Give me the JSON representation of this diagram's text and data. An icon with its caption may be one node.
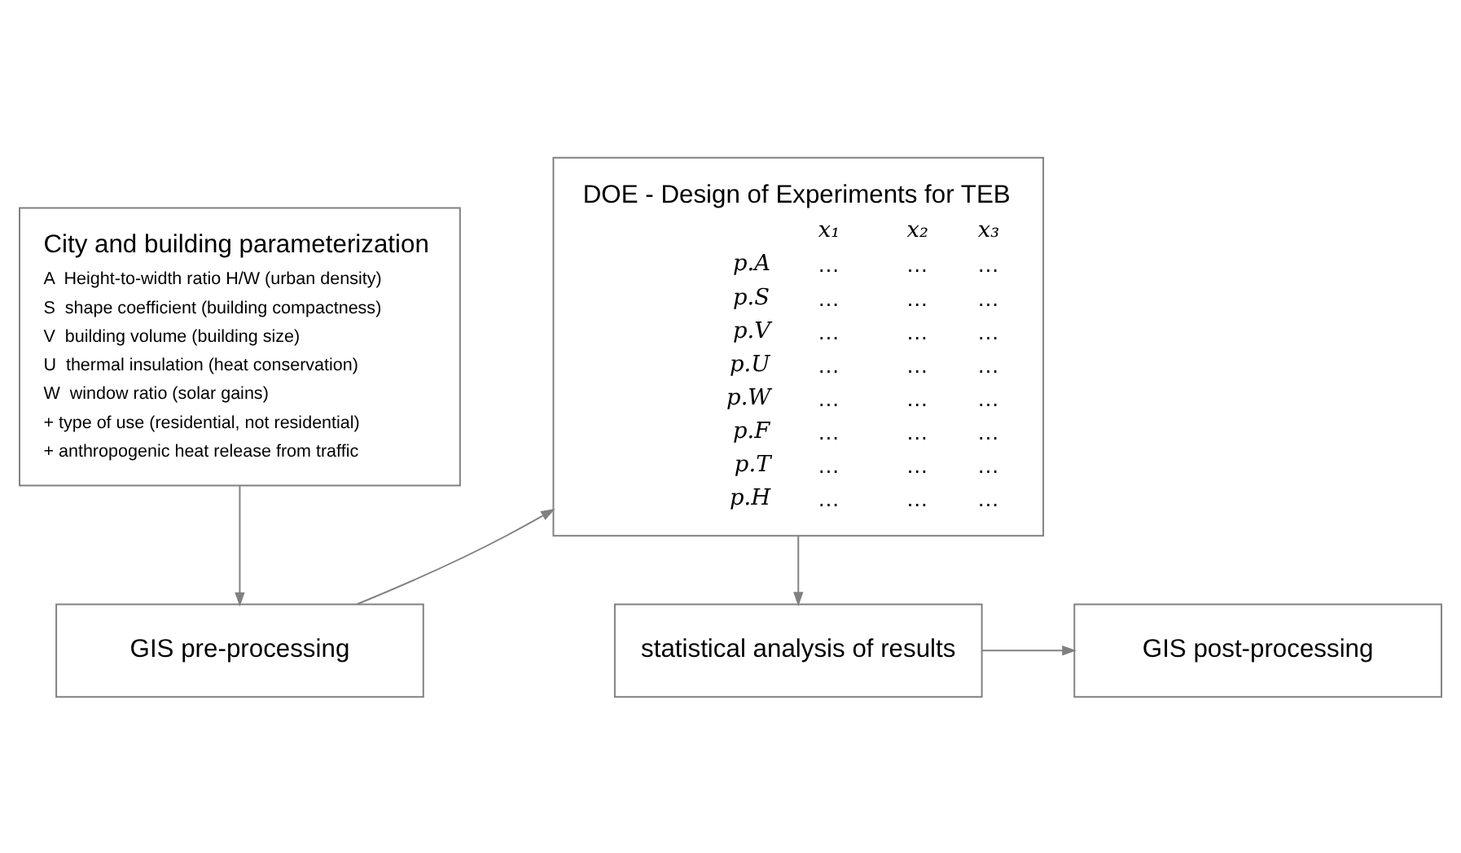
{
  "diagram": {
    "nodes": [
      {
        "text": [
          "City and building parameterization",
          "A  Height-to-width ratio H/W (urban density)",
          "S  shape coefficient (building compactness)",
          "V  building volume (building size)",
          "U  thermal insulation (heat conservation)",
          "W  window ratio (solar gains)",
          "+ type of use (residential, not residential)",
          "+ anthropogenic heat release from traffic"
        ]
      },
      {
        "text": [
          "DOE - Design of Experiments for TEB",
          "x₁",
          "x₂",
          "x₃",
          "p.A",
          "…",
          "…",
          "…",
          "p.S",
          "…",
          "…",
          "…",
          "p.V",
          "…",
          "…",
          "…",
          "p.U",
          "…",
          "…",
          "…",
          "p.W",
          "…",
          "…",
          "…",
          "p.F",
          "…",
          "…",
          "…",
          "p.T",
          "…",
          "…",
          "…",
          "p.H",
          "…",
          "…",
          "…"
        ]
      },
      {
        "text": [
          "GIS pre-processing"
        ]
      },
      {
        "text": [
          "statistical analysis of results"
        ]
      },
      {
        "text": [
          "GIS post-processing"
        ]
      }
    ],
    "edges": [
      {
        "from": 0,
        "to": 2,
        "arrow": "to"
      },
      {
        "from": 2,
        "to": 1,
        "arrow": "to"
      },
      {
        "from": 1,
        "to": 3,
        "arrow": "to"
      },
      {
        "from": 3,
        "to": 4,
        "arrow": "to"
      }
    ]
  }
}
